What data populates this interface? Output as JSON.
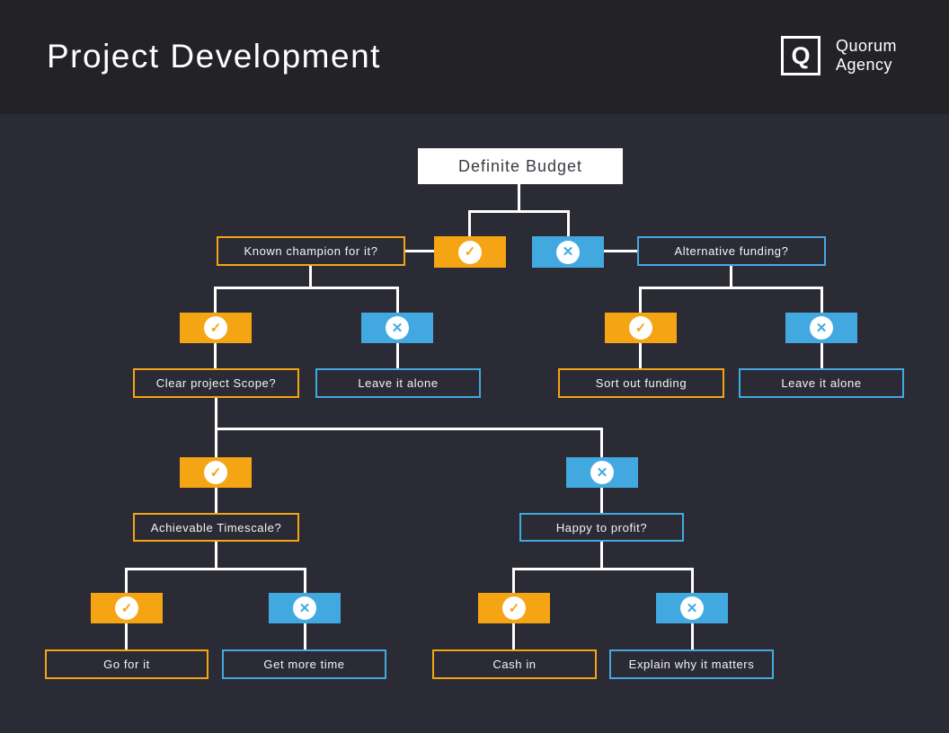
{
  "header": {
    "title": "Project Development",
    "brand": {
      "initial": "Q",
      "name_line1": "Quorum",
      "name_line2": "Agency"
    }
  },
  "colors": {
    "header-bg": "#232227",
    "body-bg": "#2B2B35",
    "orange": "#F5A414",
    "blue": "#42A9E0",
    "line": "#FFFFFF",
    "root-bg": "#FFFFFF",
    "root-text": "#3A3A42",
    "label-text": "#F4F4F6"
  },
  "icons": {
    "check": "✓",
    "cross": "✕"
  },
  "nodes": {
    "definite_budget": "Definite Budget",
    "known_champion": "Known champion for it?",
    "alternative_funding": "Alternative funding?",
    "clear_project_scope": "Clear project Scope?",
    "leave_it_alone_left": "Leave it alone",
    "sort_out_funding": "Sort out funding",
    "leave_it_alone_right": "Leave it alone",
    "achievable_timescale": "Achievable Timescale?",
    "happy_to_profit": "Happy to profit?",
    "go_for_it": "Go for it",
    "get_more_time": "Get more time",
    "cash_in": "Cash in",
    "explain_why_it_matters": "Explain why it matters"
  }
}
